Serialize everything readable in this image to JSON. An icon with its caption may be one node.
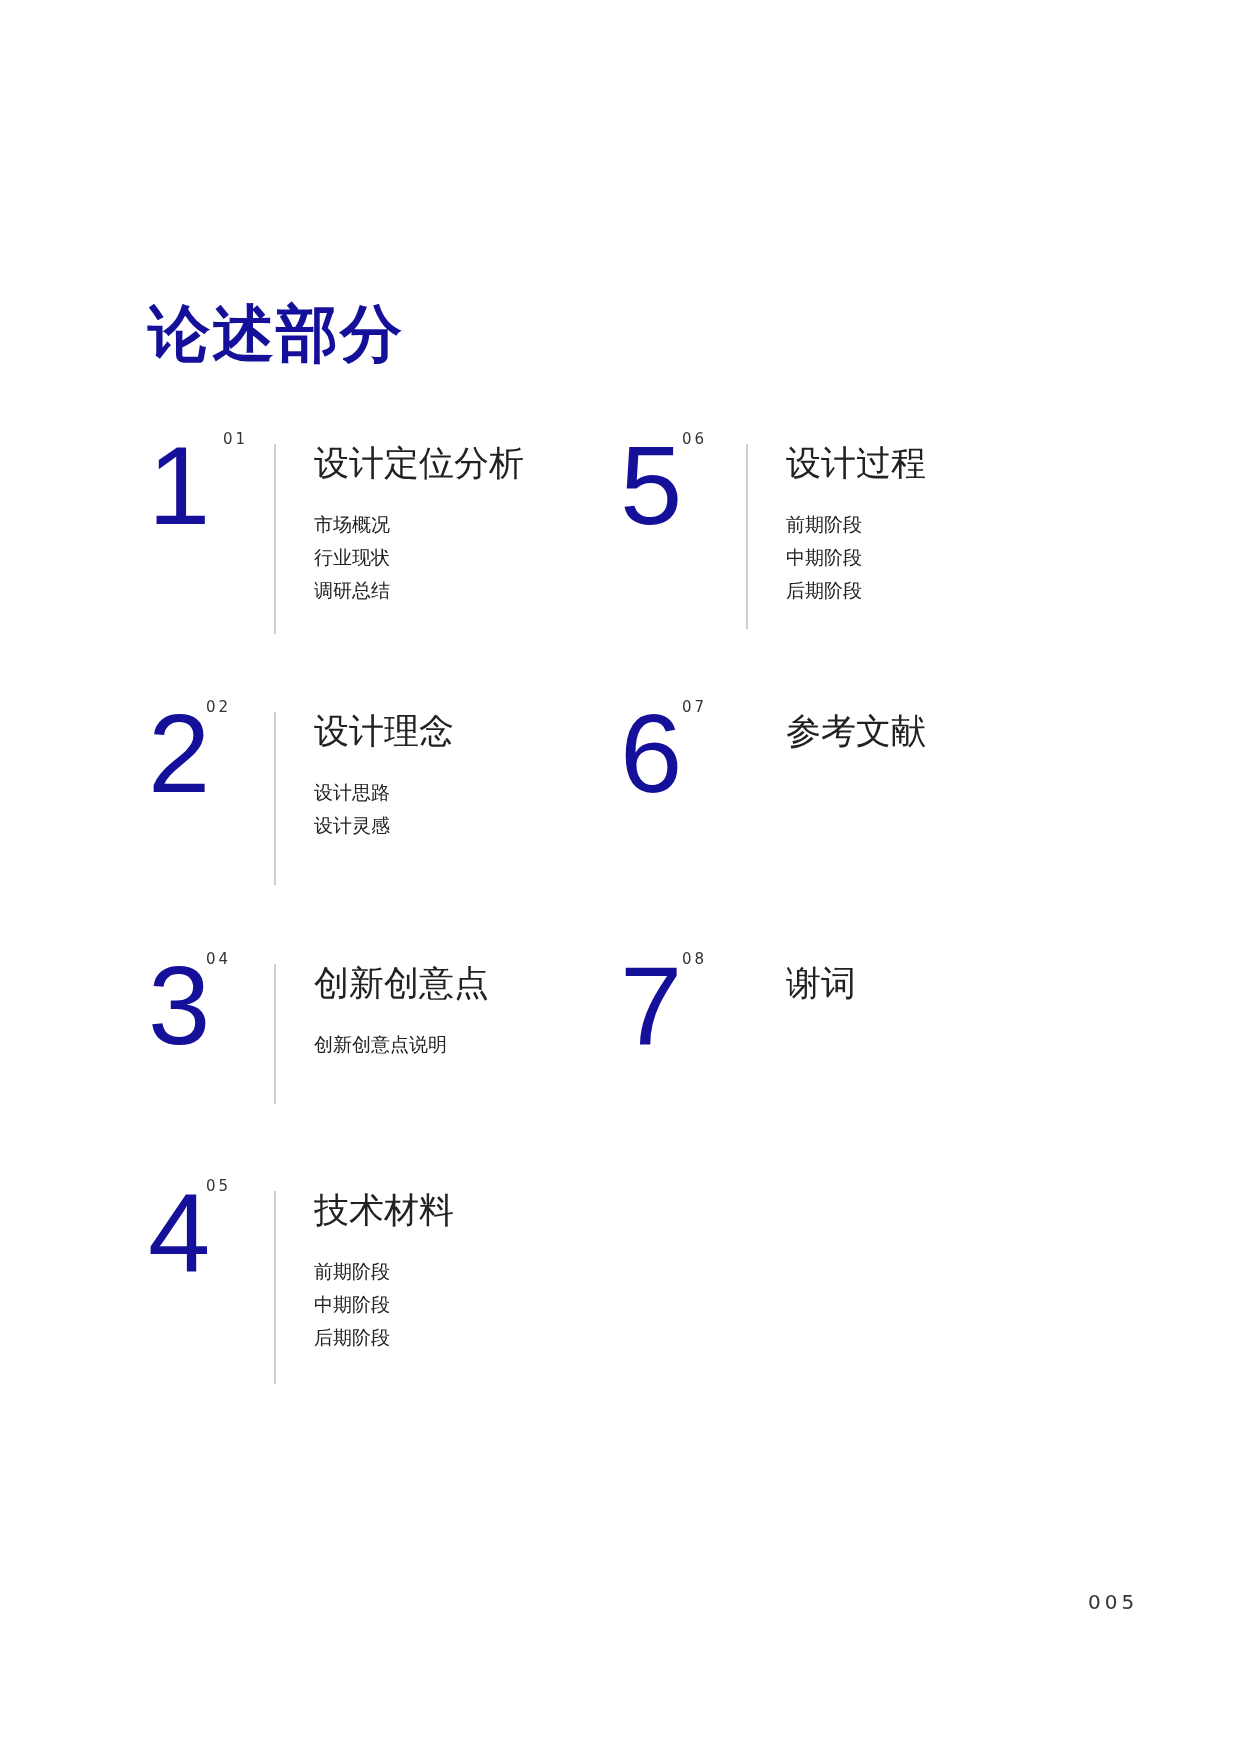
{
  "diagram": {
    "title": "论述部分",
    "nodes": [
      {
        "text": [
          "1",
          "01",
          "设计定位分析",
          "市场概况",
          "行业现状",
          "调研总结"
        ]
      },
      {
        "text": [
          "2",
          "02",
          "设计理念",
          "设计思路",
          "设计灵感"
        ]
      },
      {
        "text": [
          "3",
          "04",
          "创新创意点",
          "创新创意点说明"
        ]
      },
      {
        "text": [
          "4",
          "05",
          "技术材料",
          "前期阶段",
          "中期阶段",
          "后期阶段"
        ]
      },
      {
        "text": [
          "5",
          "06",
          "设计过程",
          "前期阶段",
          "中期阶段",
          "后期阶段"
        ]
      },
      {
        "text": [
          "6",
          "07",
          "参考文献"
        ]
      },
      {
        "text": [
          "7",
          "08",
          "谢词"
        ]
      }
    ],
    "labels": [
      "005"
    ]
  }
}
